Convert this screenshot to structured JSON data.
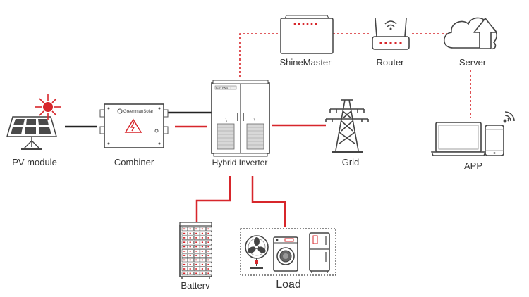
{
  "colors": {
    "accent": "#d7262b",
    "line": "#222222",
    "stroke": "#4a4a4a",
    "text": "#333333"
  },
  "labels": {
    "pv_module": "PV module",
    "combiner": "Combiner",
    "hybrid_inverter": "Hybrid Inverter",
    "grid": "Grid",
    "shinemaster": "ShineMaster",
    "router": "Router",
    "server": "Server",
    "app": "APP",
    "battery": "Batterv",
    "load": "Load"
  },
  "device_text": {
    "combiner_brand": "GreenmanSolar",
    "inverter_brand": "GROWATT"
  }
}
